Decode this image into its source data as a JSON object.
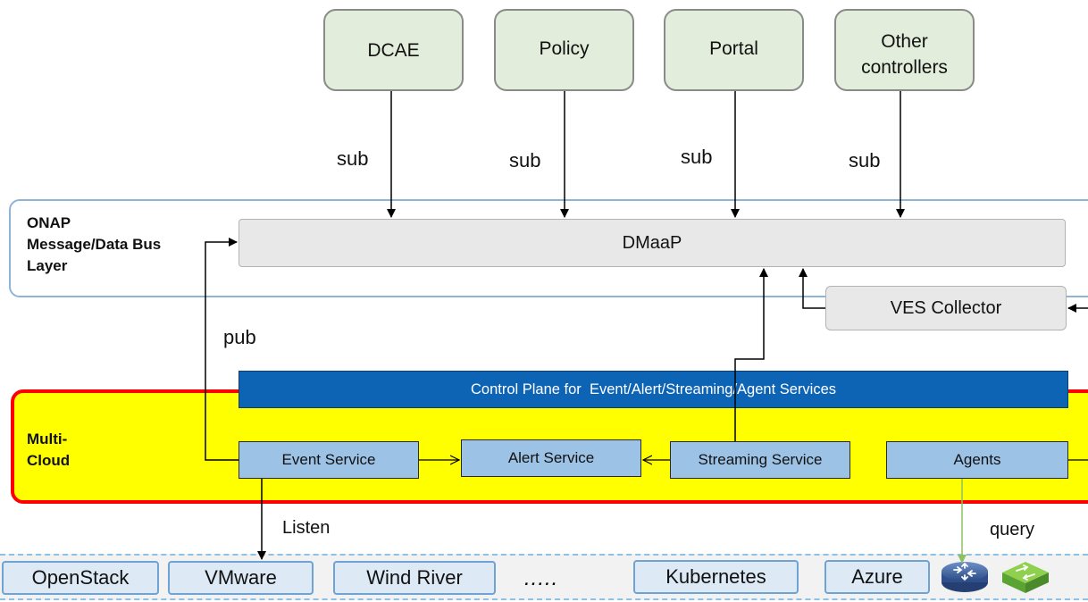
{
  "consumers": [
    "DCAE",
    "Policy",
    "Portal",
    "Other\ncontrollers"
  ],
  "sub_label": "sub",
  "onap_layer": {
    "label": "ONAP\nMessage/Data Bus\nLayer",
    "bus": "DMaaP",
    "collector": "VES Collector"
  },
  "pub_label": "pub",
  "multicloud": {
    "label": "Multi-\nCloud",
    "control_plane": "Control Plane for  Event/Alert/Streaming/Agent Services",
    "services": [
      "Event Service",
      "Alert Service",
      "Streaming Service",
      "Agents"
    ]
  },
  "listen_label": "Listen",
  "query_label": "query",
  "infrastructure": {
    "items": [
      "OpenStack",
      "VMware",
      "Wind River",
      "Kubernetes",
      "Azure"
    ],
    "ellipsis": "....."
  },
  "icons": [
    "router-icon",
    "switch-icon"
  ],
  "colors": {
    "consumer_fill": "#e2eedb",
    "onap_border": "#8fb4d9",
    "multicloud_fill": "#ffff00",
    "multicloud_border": "#ff0000",
    "control_plane": "#0e64b4",
    "service_fill": "#9cc2e6",
    "infra_fill": "#dde9f5",
    "query_arrow": "#8cc063"
  }
}
